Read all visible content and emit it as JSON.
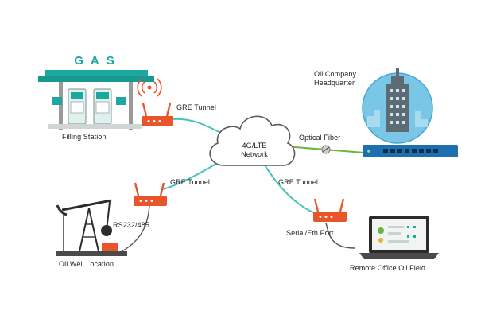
{
  "nodes": {
    "filling_station": {
      "label": "Filling Station",
      "sign": "GAS"
    },
    "headquarter": {
      "label": "Oil Company\nHeadquarter"
    },
    "network": {
      "label": "4G/LTE\nNetwork"
    },
    "oil_well": {
      "label": "Oil Well Location"
    },
    "remote_office": {
      "label": "Remote Office Oil Field"
    }
  },
  "links": {
    "gre_tunnel_top": "GRE Tunnel",
    "gre_tunnel_left": "GRE Tunnel",
    "gre_tunnel_right": "GRE Tunnel",
    "optical_fiber": "Optical Fiber",
    "rs232": "RS232/485",
    "serial_eth": "Serial/Eth Port"
  },
  "colors": {
    "router": "#e8552b",
    "link": "#49c1bd",
    "teal": "#1ba89e",
    "fiber": "#6fb43f",
    "hq_sky": "#79c6e6",
    "switch": "#1d6fae"
  }
}
